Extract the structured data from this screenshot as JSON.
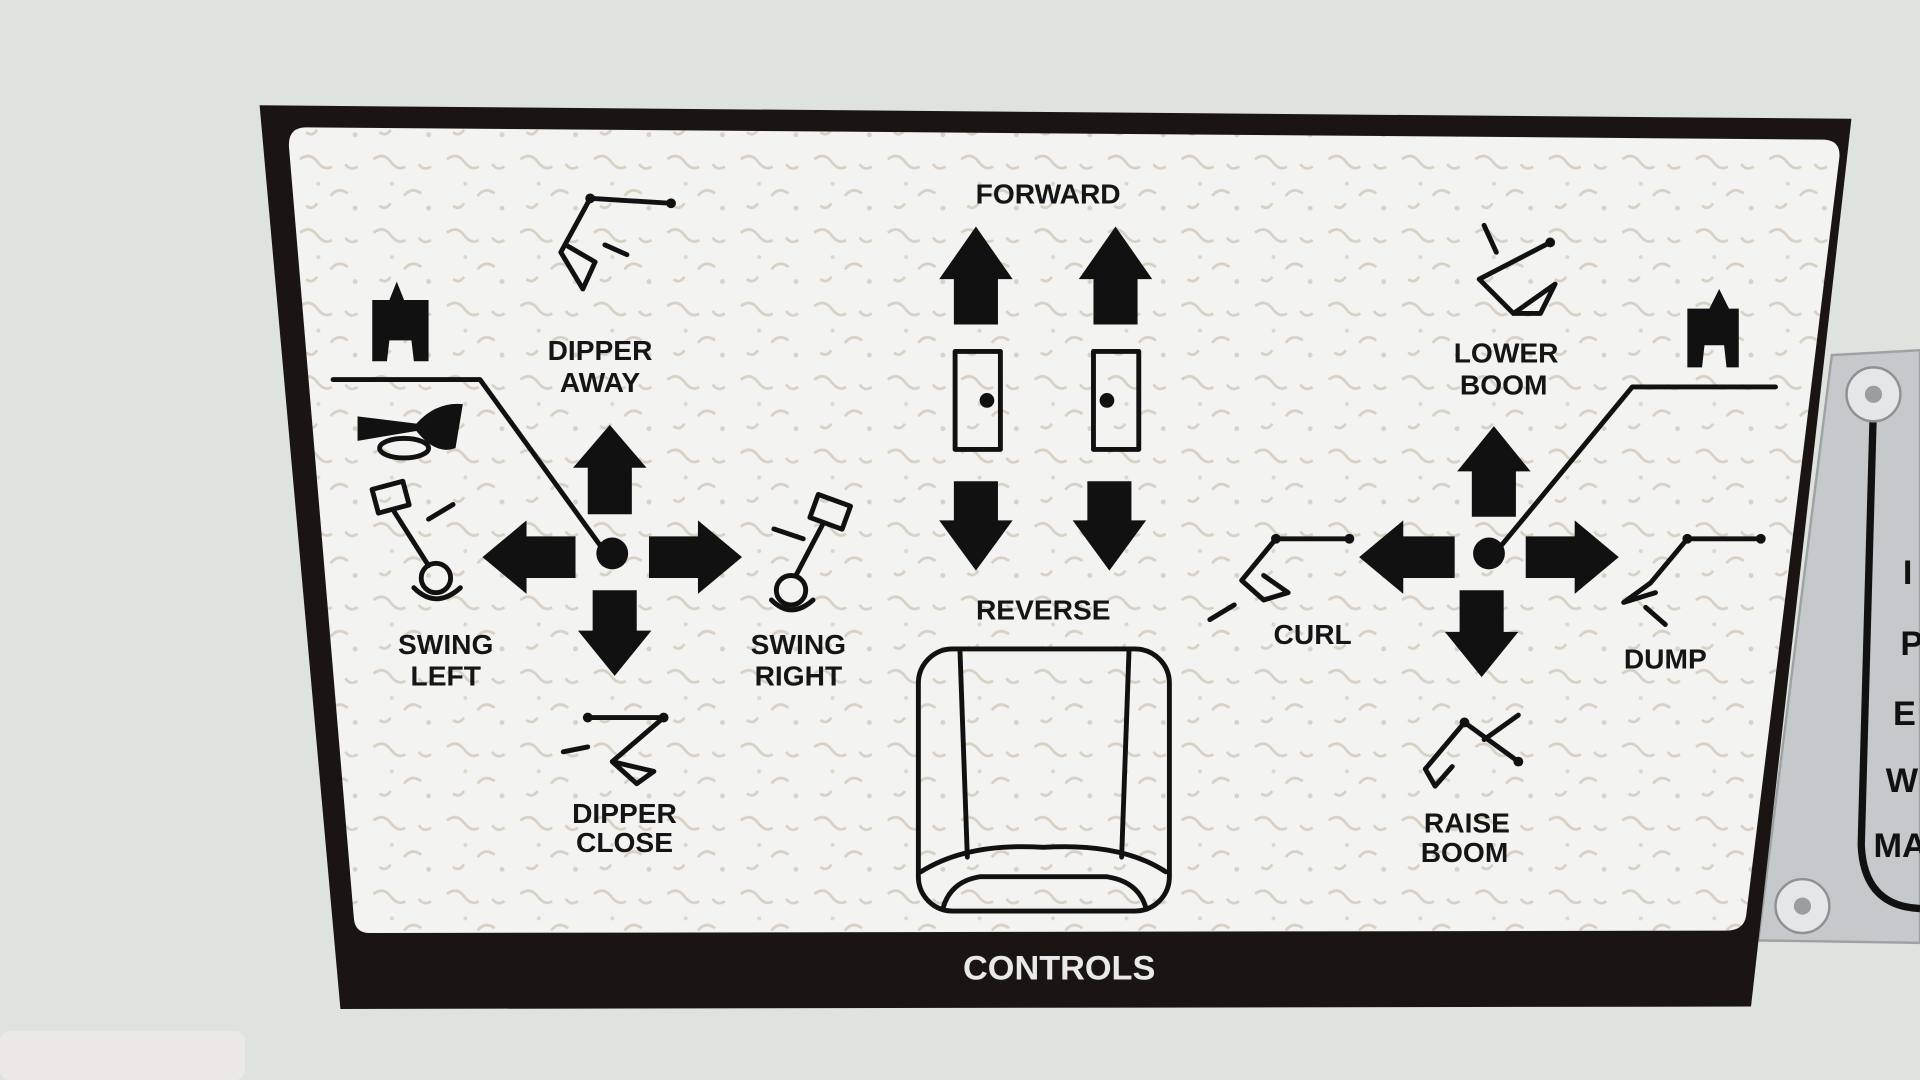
{
  "decal": {
    "title": "CONTROLS",
    "labels": {
      "forward": "FORWARD",
      "reverse": "REVERSE",
      "dipper_away_1": "DIPPER",
      "dipper_away_2": "AWAY",
      "dipper_close_1": "DIPPER",
      "dipper_close_2": "CLOSE",
      "swing_left_1": "SWING",
      "swing_left_2": "LEFT",
      "swing_right_1": "SWING",
      "swing_right_2": "RIGHT",
      "lower_boom_1": "LOWER",
      "lower_boom_2": "BOOM",
      "raise_boom_1": "RAISE",
      "raise_boom_2": "BOOM",
      "curl": "CURL",
      "dump": "DUMP"
    }
  },
  "side_plate": {
    "partial_lines": [
      "I",
      "P",
      "E",
      "W",
      "MA"
    ]
  },
  "colors": {
    "wall": "#dfe3de",
    "decal_border": "#1a1513",
    "decal_face": "#f4f4f2",
    "plate": "#c9cccf"
  }
}
